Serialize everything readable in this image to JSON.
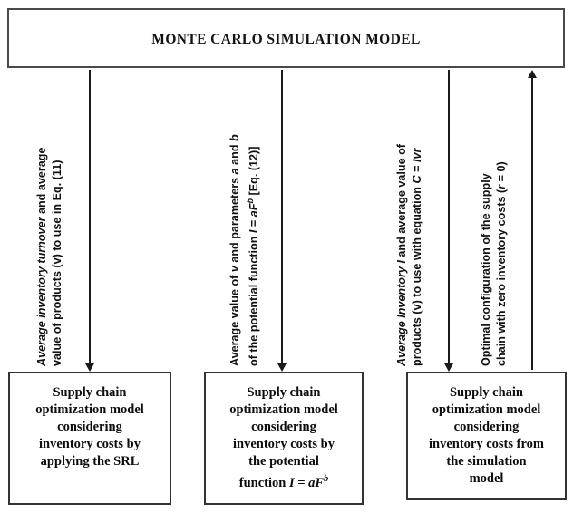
{
  "diagram": {
    "title": "MONTE CARLO SIMULATION MODEL",
    "flows": [
      {
        "id": "flow-srl",
        "label_line1_italic": "Average inventory turnover",
        "label_line1_rest": " and average",
        "label_line2": "value of products (v) to use in Eq. (11)",
        "direction": "down"
      },
      {
        "id": "flow-potential-function",
        "label_line1_pre": "Average value of ",
        "label_line1_italic_v": "v",
        "label_line1_mid": " and parameters ",
        "label_line1_italic_a": "a",
        "label_line1_and": " and ",
        "label_line1_italic_b": "b",
        "label_line2_pre": "of the potential function ",
        "label_line2_italic_I": "I",
        "label_line2_eq": " = ",
        "label_line2_italic_aF": "aF",
        "label_line2_sup_b": "b",
        "label_line2_post": " [Eq. (12)]",
        "direction": "down"
      },
      {
        "id": "flow-simulation-input",
        "label_line1_italic": "Average Inventory I",
        "label_line1_rest": " and average value of",
        "label_line2_pre": "products (v) to use with equation ",
        "label_line2_italic_C": "C",
        "label_line2_eq": " = ",
        "label_line2_italic_Ivr": "Ivr",
        "direction": "down"
      },
      {
        "id": "flow-optimal-config",
        "label_line1": "Optimal configuration of the supply",
        "label_line2_pre": "chain with zero inventory costs (",
        "label_line2_italic_r": "r",
        "label_line2_post": " = 0)",
        "direction": "up"
      }
    ],
    "boxes": [
      {
        "id": "box-srl",
        "lines": [
          "Supply chain",
          "optimization model",
          "considering",
          "inventory costs by",
          "applying the SRL"
        ]
      },
      {
        "id": "box-potential-function",
        "lines": [
          "Supply chain",
          "optimization model",
          "considering",
          "inventory costs by",
          "the potential"
        ],
        "formula_prefix": "function ",
        "formula_I": "I",
        "formula_eq": " = ",
        "formula_aF": "aF",
        "formula_sup": "b"
      },
      {
        "id": "box-simulation",
        "lines": [
          "Supply chain",
          "optimization model",
          "considering",
          "inventory costs from",
          "the simulation",
          "model"
        ]
      }
    ],
    "colors": {
      "border_title": "#4a4a4a",
      "border_box": "#333333",
      "line": "#1a1a1a",
      "text": "#111111",
      "background": "#ffffff"
    }
  }
}
